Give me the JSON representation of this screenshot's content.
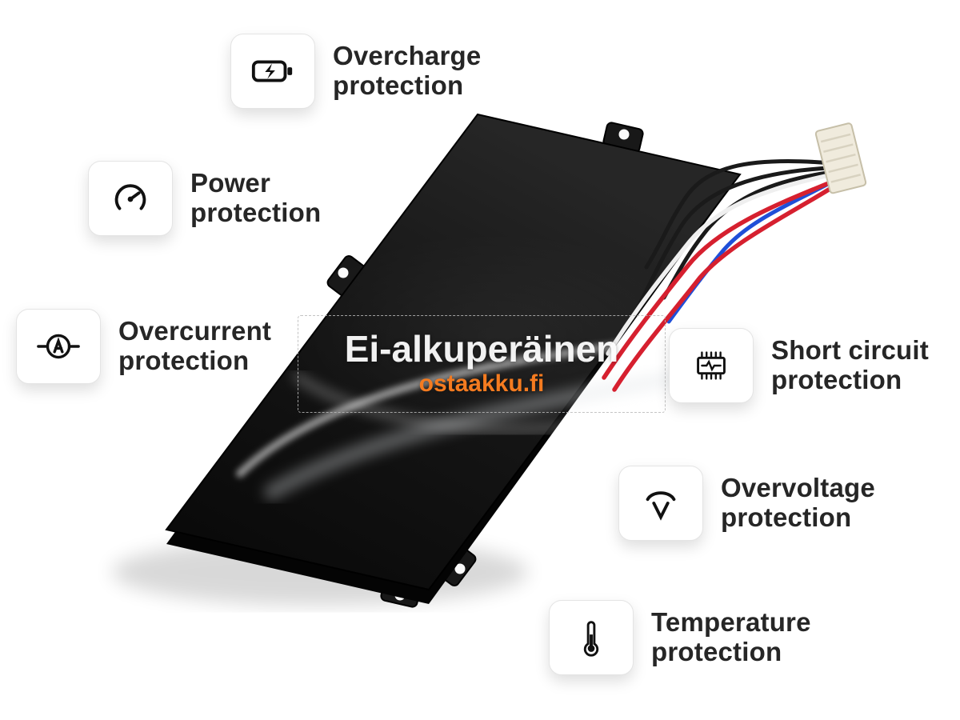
{
  "image_type": "battery-product-feature-diagram",
  "watermark": {
    "line1": "Ei-alkuperäinen",
    "line2": "ostaakku.fi",
    "accent_color": "#f47b20"
  },
  "features": [
    {
      "id": "overcharge",
      "icon": "battery-charge-icon",
      "line1": "Overcharge",
      "line2": "protection"
    },
    {
      "id": "power",
      "icon": "power-gauge-icon",
      "line1": "Power",
      "line2": "protection"
    },
    {
      "id": "overcurrent",
      "icon": "ammeter-icon",
      "line1": "Overcurrent",
      "line2": "protection"
    },
    {
      "id": "short-circuit",
      "icon": "chip-icon",
      "line1": "Short circuit",
      "line2": "protection"
    },
    {
      "id": "overvoltage",
      "icon": "voltage-icon",
      "line1": "Overvoltage",
      "line2": "protection"
    },
    {
      "id": "temperature",
      "icon": "thermometer-icon",
      "line1": "Temperature",
      "line2": "protection"
    }
  ],
  "colors": {
    "battery_body": "#141414",
    "wire_red": "#d6202f",
    "wire_blue": "#1f4fd8",
    "wire_white": "#efefef",
    "wire_black": "#1a1a1a",
    "connector": "#f0ebdd",
    "label_text": "#262626"
  }
}
